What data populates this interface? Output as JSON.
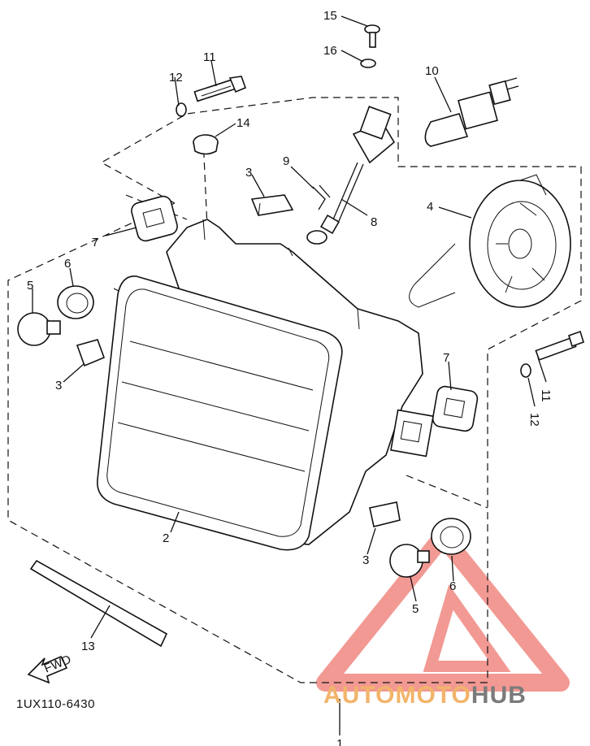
{
  "callouts": {
    "c1": "1",
    "c2": "2",
    "c3a": "3",
    "c3b": "3",
    "c3c": "3",
    "c4": "4",
    "c5a": "5",
    "c5b": "5",
    "c6a": "6",
    "c6b": "6",
    "c7a": "7",
    "c7b": "7",
    "c8": "8",
    "c9": "9",
    "c10": "10",
    "c11a": "11",
    "c11b": "11",
    "c12a": "12",
    "c12b": "12",
    "c13": "13",
    "c14": "14",
    "c15": "15",
    "c16": "16"
  },
  "fwd_label": "FWD",
  "diagram_code": "1UX110-6430",
  "watermark": {
    "part_a": "AUTO",
    "part_b": "MOTO",
    "part_c": "HUB",
    "color_primary": "#e8463c",
    "color_secondary": "#f2b46a",
    "color_text": "#7b7b7b"
  }
}
